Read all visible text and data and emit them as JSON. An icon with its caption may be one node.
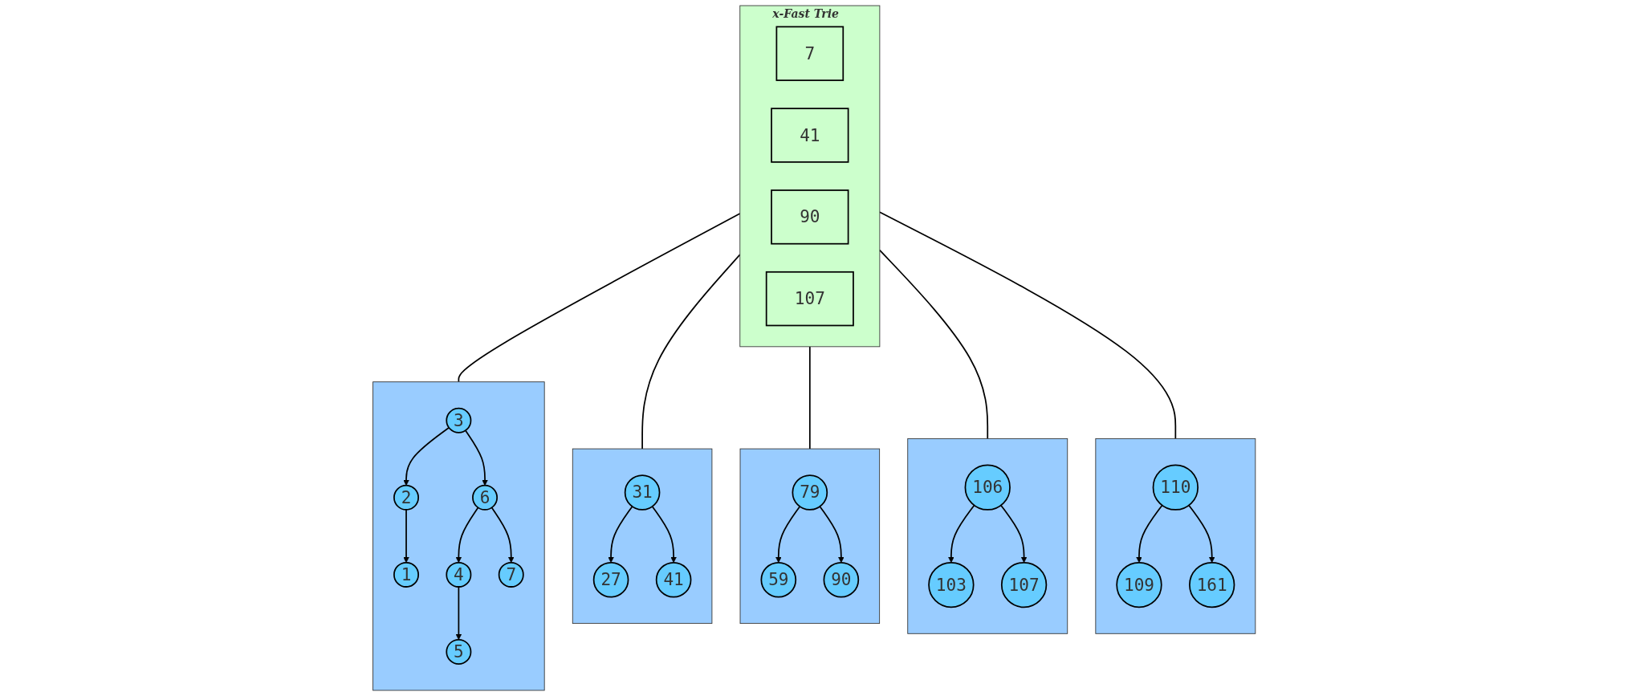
{
  "diagram": {
    "nodes": [
      {
        "text": [
          "x-Fast Trie"
        ]
      },
      {
        "text": [
          "7"
        ],
        "in": 0
      },
      {
        "text": [
          "41"
        ],
        "in": 0
      },
      {
        "text": [
          "90"
        ],
        "in": 0
      },
      {
        "text": [
          "107"
        ],
        "in": 0
      },
      {
        "text": [],
        "shape": "box"
      },
      {
        "text": [
          "3"
        ],
        "in": 5
      },
      {
        "text": [
          "2"
        ],
        "in": 5
      },
      {
        "text": [
          "6"
        ],
        "in": 5
      },
      {
        "text": [
          "1"
        ],
        "in": 5
      },
      {
        "text": [
          "4"
        ],
        "in": 5
      },
      {
        "text": [
          "7"
        ],
        "in": 5
      },
      {
        "text": [
          "5"
        ],
        "in": 5
      },
      {
        "text": [],
        "shape": "box"
      },
      {
        "text": [
          "31"
        ],
        "in": 13
      },
      {
        "text": [
          "27"
        ],
        "in": 13
      },
      {
        "text": [
          "41"
        ],
        "in": 13
      },
      {
        "text": [],
        "shape": "box"
      },
      {
        "text": [
          "79"
        ],
        "in": 17
      },
      {
        "text": [
          "59"
        ],
        "in": 17
      },
      {
        "text": [
          "90"
        ],
        "in": 17
      },
      {
        "text": [],
        "shape": "box"
      },
      {
        "text": [
          "106"
        ],
        "in": 21
      },
      {
        "text": [
          "103"
        ],
        "in": 21
      },
      {
        "text": [
          "107"
        ],
        "in": 21
      },
      {
        "text": [],
        "shape": "box"
      },
      {
        "text": [
          "110"
        ],
        "in": 25
      },
      {
        "text": [
          "109"
        ],
        "in": 25
      },
      {
        "text": [
          "161"
        ],
        "in": 25
      }
    ],
    "edges": [
      {
        "from": 0,
        "to": 5,
        "arrow": "none"
      },
      {
        "from": 0,
        "to": 13,
        "arrow": "none"
      },
      {
        "from": 0,
        "to": 17,
        "arrow": "none"
      },
      {
        "from": 0,
        "to": 21,
        "arrow": "none"
      },
      {
        "from": 0,
        "to": 25,
        "arrow": "none"
      },
      {
        "from": 6,
        "to": 7,
        "arrow": "to"
      },
      {
        "from": 6,
        "to": 8,
        "arrow": "to"
      },
      {
        "from": 7,
        "to": 9,
        "arrow": "to"
      },
      {
        "from": 8,
        "to": 10,
        "arrow": "to"
      },
      {
        "from": 8,
        "to": 11,
        "arrow": "to"
      },
      {
        "from": 10,
        "to": 12,
        "arrow": "to"
      },
      {
        "from": 14,
        "to": 15,
        "arrow": "to"
      },
      {
        "from": 14,
        "to": 16,
        "arrow": "to"
      },
      {
        "from": 18,
        "to": 19,
        "arrow": "to"
      },
      {
        "from": 18,
        "to": 20,
        "arrow": "to"
      },
      {
        "from": 22,
        "to": 23,
        "arrow": "to"
      },
      {
        "from": 22,
        "to": 24,
        "arrow": "to"
      },
      {
        "from": 26,
        "to": 27,
        "arrow": "to"
      },
      {
        "from": 26,
        "to": 28,
        "arrow": "to"
      }
    ]
  }
}
